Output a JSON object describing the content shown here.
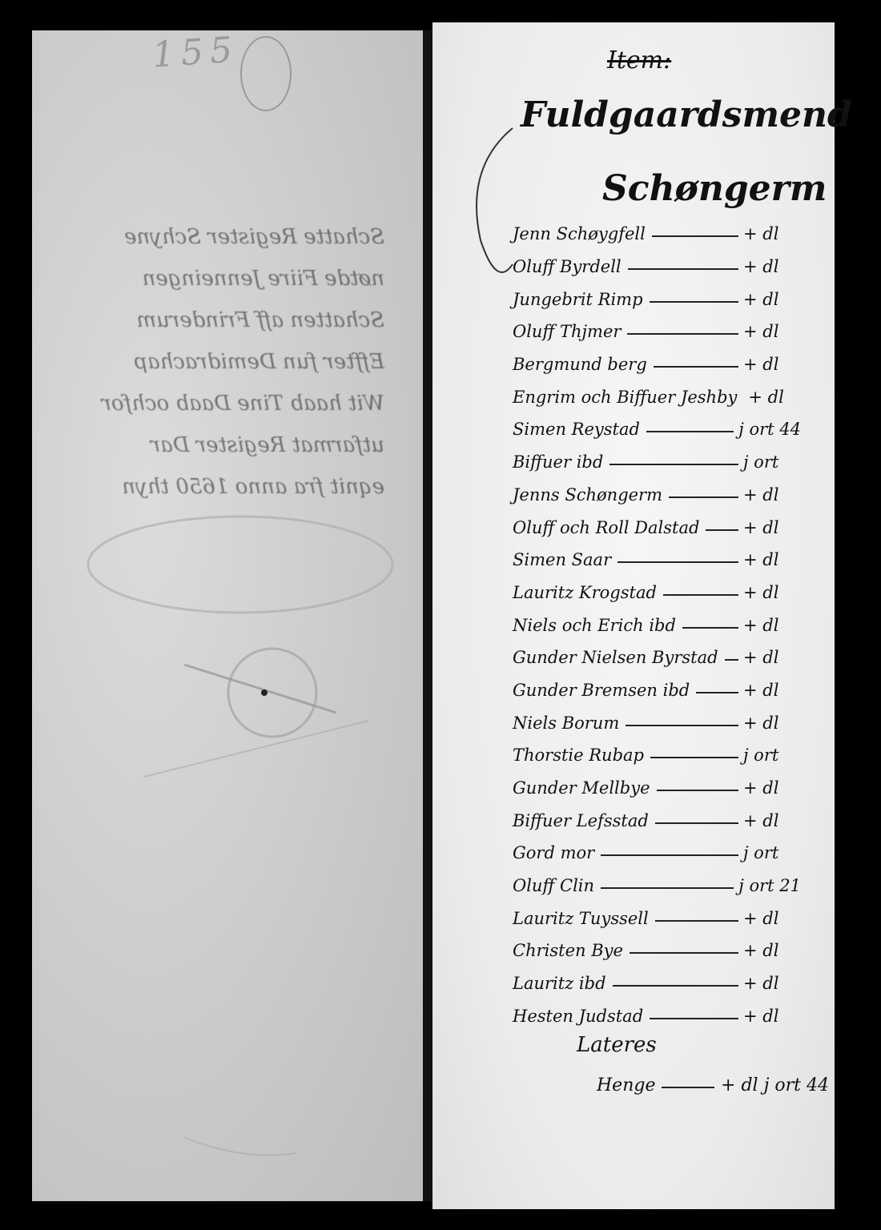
{
  "left_page": {
    "folio": "155",
    "bleed_through_lines": [
      "Schatte Register Schyne",
      "nøtde Fiire Jenneingen",
      "Schatten aff Frinderum",
      "Effter fun Demidrachap",
      "Wit haab Tine Daab ochfor",
      "utfarmat Register Dar",
      "eqnit fra anno 1650 thyn"
    ]
  },
  "right_page": {
    "heading_struck": "Item:",
    "heading": "Fuldgaardsmend",
    "district": "Schøngerm",
    "entries": [
      {
        "name": "Jenn Schøygfell",
        "mark": "+ dl"
      },
      {
        "name": "Oluff Byrdell",
        "mark": "+ dl"
      },
      {
        "name": "Jungebrit Rimp",
        "mark": "+ dl"
      },
      {
        "name": "Oluff Thjmer",
        "mark": "+ dl"
      },
      {
        "name": "Bergmund berg",
        "mark": "+ dl"
      },
      {
        "name": "Engrim och Biffuer Jeshby",
        "mark": "+ dl"
      },
      {
        "name": "Simen Reystad",
        "mark": "j ort 44"
      },
      {
        "name": "Biffuer ibd",
        "mark": "j ort"
      },
      {
        "name": "Jenns Schøngerm",
        "mark": "+ dl"
      },
      {
        "name": "Oluff och Roll Dalstad",
        "mark": "+ dl"
      },
      {
        "name": "Simen Saar",
        "mark": "+ dl"
      },
      {
        "name": "Lauritz Krogstad",
        "mark": "+ dl"
      },
      {
        "name": "Niels och Erich ibd",
        "mark": "+ dl"
      },
      {
        "name": "Gunder Nielsen Byrstad",
        "mark": "+ dl"
      },
      {
        "name": "Gunder Bremsen ibd",
        "mark": "+ dl"
      },
      {
        "name": "Niels Borum",
        "mark": "+ dl"
      },
      {
        "name": "Thorstie Rubap",
        "mark": "j ort"
      },
      {
        "name": "Gunder Mellbye",
        "mark": "+ dl"
      },
      {
        "name": "Biffuer Lefsstad",
        "mark": "+ dl"
      },
      {
        "name": "Gord mor",
        "mark": "j ort"
      },
      {
        "name": "Oluff Clin",
        "mark": "j ort 21"
      },
      {
        "name": "Lauritz Tuyssell",
        "mark": "+ dl"
      },
      {
        "name": "Christen Bye",
        "mark": "+ dl"
      },
      {
        "name": "Lauritz ibd",
        "mark": "+ dl"
      },
      {
        "name": "Hesten Judstad",
        "mark": "+ dl"
      }
    ],
    "lateres_label": "Lateres",
    "total": {
      "name": "Henge",
      "mark": "+ dl j ort 44"
    }
  }
}
